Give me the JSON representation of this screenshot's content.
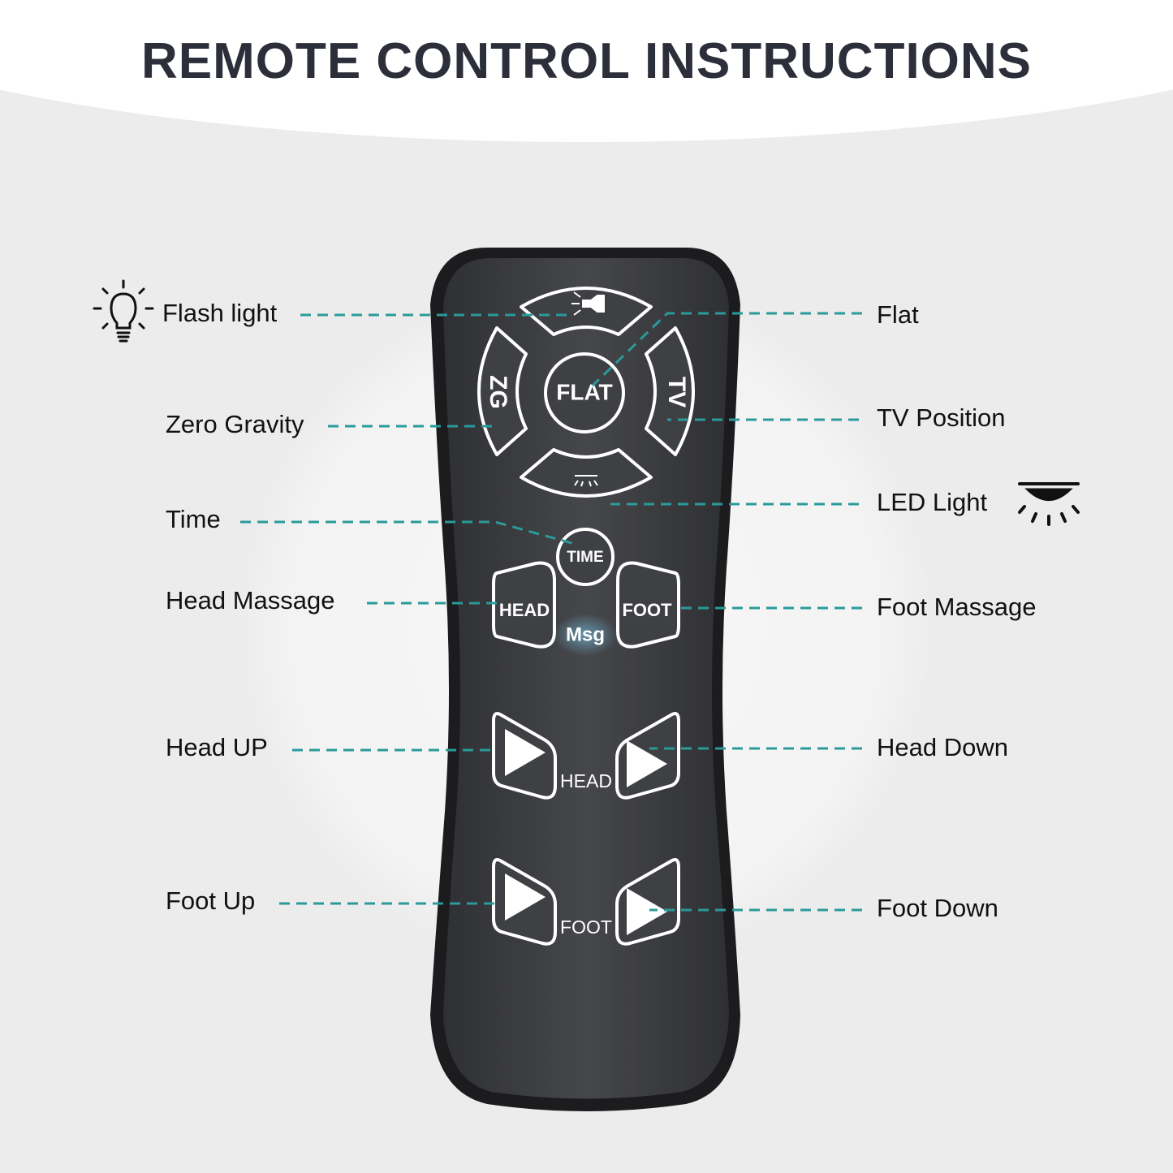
{
  "title": "REMOTE CONTROL INSTRUCTIONS",
  "colors": {
    "background": "#ececec",
    "top_band": "#ffffff",
    "title": "#2c2f3a",
    "remote_body": "#3d3e42",
    "remote_rim": "#1c1c1e",
    "button": "#3f4044",
    "button_outline": "#ffffff",
    "leader_line": "#2a9a9a",
    "msg_glow": "#7fd7ff"
  },
  "callouts": {
    "flash_light": "Flash light",
    "zero_gravity": "Zero Gravity",
    "time": "Time",
    "head_massage": "Head Massage",
    "head_up": "Head UP",
    "foot_up": "Foot Up",
    "flat": "Flat",
    "tv_position": "TV Position",
    "led_light": "LED Light",
    "foot_massage": "Foot Massage",
    "head_down": "Head Down",
    "foot_down": "Foot Down"
  },
  "remote": {
    "flat_label": "FLAT",
    "zg_label": "ZG",
    "tv_label": "TV",
    "time_label": "TIME",
    "head_massage_label": "HEAD",
    "foot_massage_label": "FOOT",
    "msg_label": "Msg",
    "head_group_label": "HEAD",
    "foot_group_label": "FOOT"
  },
  "icons": {
    "flash_light_side": "bulb-icon",
    "led_light_side": "ceiling-light-icon",
    "flash_light_button": "flashlight-icon",
    "led_light_button": "led-light-icon",
    "head_up": "play-triangle-icon",
    "head_down": "play-triangle-icon",
    "foot_up": "play-triangle-icon",
    "foot_down": "play-triangle-icon"
  }
}
